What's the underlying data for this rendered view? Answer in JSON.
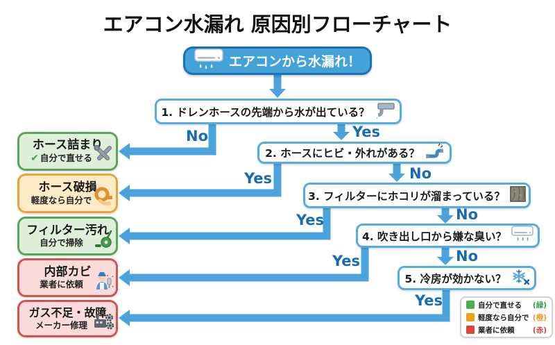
{
  "title": "エアコン水漏れ 原因別フローチャート",
  "start": {
    "label": "エアコンから水漏れ！",
    "icon": "air-conditioner-drip-icon"
  },
  "questions": [
    {
      "label": "1. ドレンホースの先端から水が出ている？",
      "icon": "drain-hose-icon"
    },
    {
      "label": "2. ホースにヒビ・外れがある？",
      "icon": "cracked-hose-icon"
    },
    {
      "label": "3. フィルターにホコリが溜まっている？",
      "icon": "dirty-filter-icon"
    },
    {
      "label": "4. 吹き出し口から嫌な臭い？",
      "icon": "ac-smell-icon"
    },
    {
      "label": "5. 冷房が効かない？",
      "icon": "snowflake-x-icon"
    }
  ],
  "results": [
    {
      "title": "ホース詰まり",
      "check": "✔",
      "subtitle": "自分で直せる",
      "severity": "green",
      "icon": "tools-icon"
    },
    {
      "title": "ホース破損",
      "subtitle": "軽度なら自分で",
      "severity": "orange",
      "icon": "tape-icon"
    },
    {
      "title": "フィルター汚れ",
      "subtitle": "自分で掃除",
      "severity": "green",
      "icon": "vacuum-icon"
    },
    {
      "title": "内部カビ",
      "subtitle": "業者に依頼",
      "severity": "red",
      "icon": "worker-icon"
    },
    {
      "title": "ガス不足・故障",
      "subtitle": "メーカー修理",
      "severity": "red",
      "icon": "factory-icon"
    }
  ],
  "edges": {
    "yes": "Yes",
    "no": "No"
  },
  "legend": {
    "items": [
      {
        "label": "自分で直せる",
        "tag": "(緑)",
        "color": "#4caf50"
      },
      {
        "label": "軽度なら自分で",
        "tag": "(橙)",
        "color": "#f0a01e"
      },
      {
        "label": "業者に依頼",
        "tag": "(赤)",
        "color": "#d6453e"
      }
    ]
  },
  "colors": {
    "arrow_blue": "#4aa3dc",
    "edge_label_blue": "#1a6cb1",
    "question_border": "#56acde",
    "start_fill": "#45a2d9",
    "start_border": "#1a72b2",
    "green_fill": "#def0da",
    "green_border": "#5aa55a",
    "orange_fill": "#fdeac6",
    "orange_border": "#eca23a",
    "red_fill": "#f9dcda",
    "red_border": "#d05451"
  }
}
